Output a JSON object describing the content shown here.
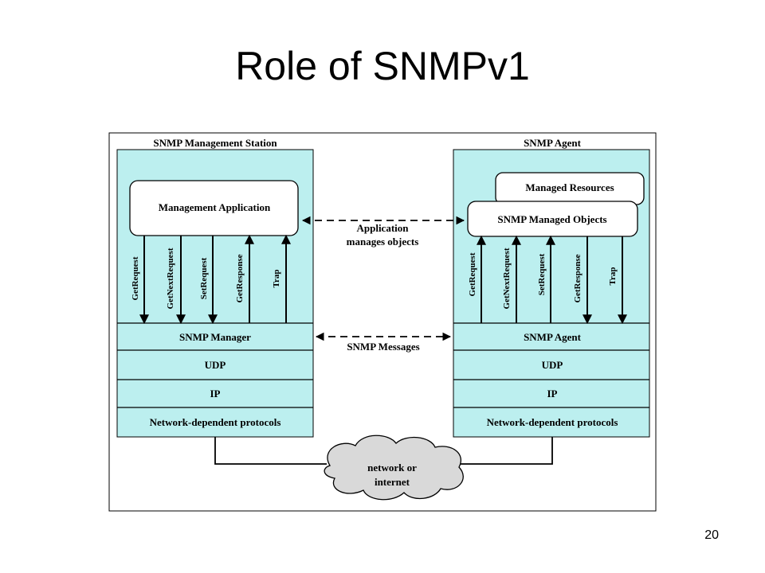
{
  "slide": {
    "title": "Role of SNMPv1",
    "page_number": "20"
  },
  "colors": {
    "panel": "#bcefef",
    "cloud": "#d9d9d9",
    "stroke": "#000000"
  },
  "manager_station": {
    "heading": "SNMP Management Station",
    "application": "Management Application",
    "pdus": [
      "GetRequest",
      "GetNextRequest",
      "SetRequest",
      "GetResponse",
      "Trap"
    ],
    "layers": [
      "SNMP Manager",
      "UDP",
      "IP",
      "Network-dependent protocols"
    ]
  },
  "agent_station": {
    "heading": "SNMP Agent",
    "resources": "Managed Resources",
    "objects": "SNMP Managed Objects",
    "pdus": [
      "GetRequest",
      "GetNextRequest",
      "SetRequest",
      "GetResponse",
      "Trap"
    ],
    "layers": [
      "SNMP Agent",
      "UDP",
      "IP",
      "Network-dependent protocols"
    ]
  },
  "links": {
    "app_line1": "Application",
    "app_line2": "manages objects",
    "messages": "SNMP Messages",
    "network_line1": "network or",
    "network_line2": "internet"
  }
}
